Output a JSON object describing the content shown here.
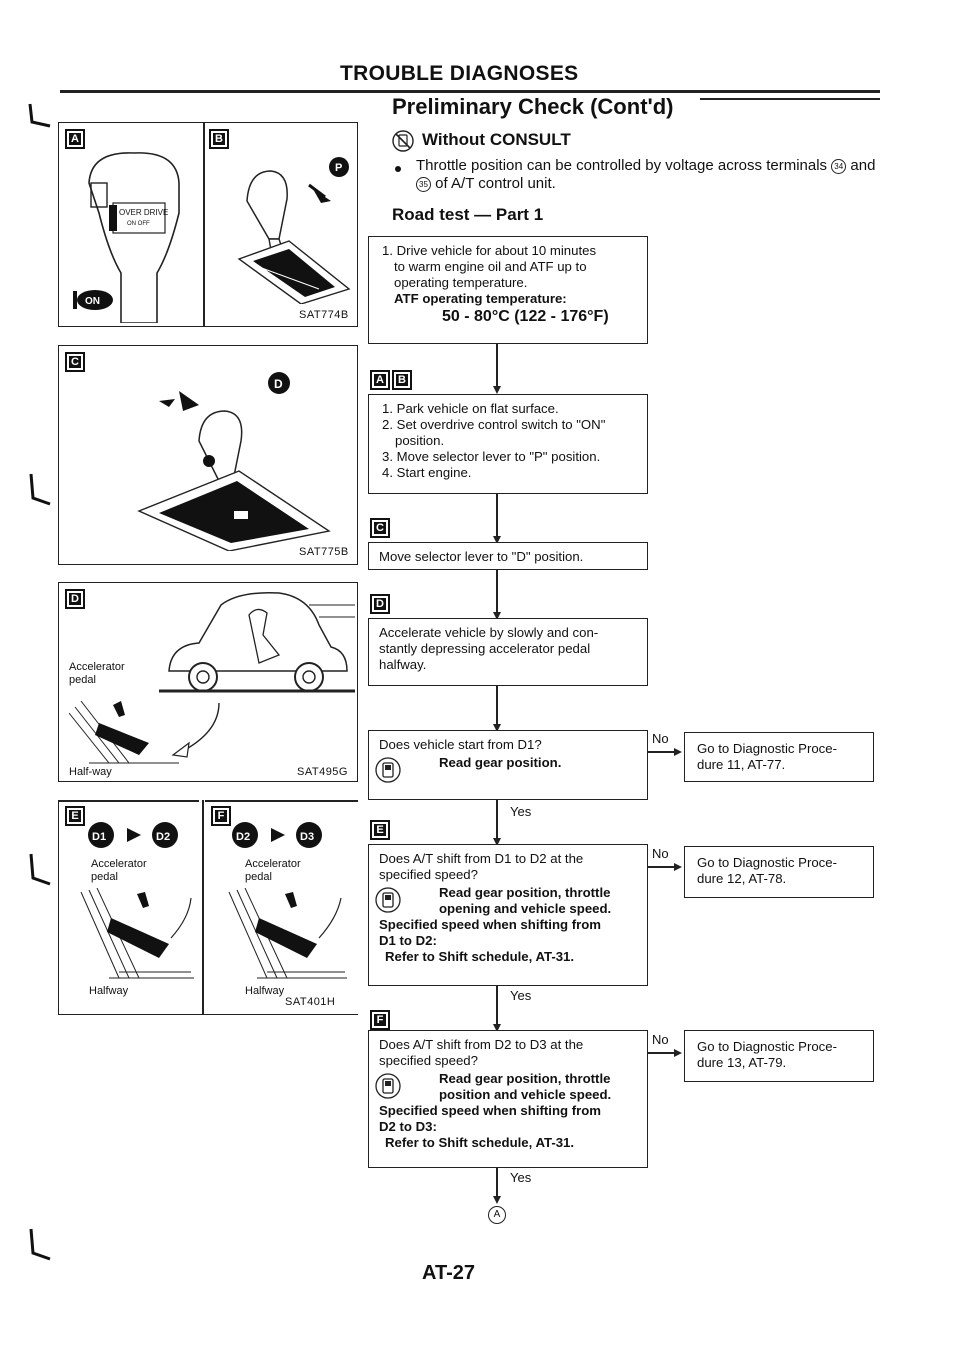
{
  "header": {
    "title": "TROUBLE DIAGNOSES",
    "subtitle": "Preliminary Check (Cont'd)"
  },
  "intro": {
    "heading": "Without CONSULT",
    "bullet": "Throttle position can be controlled by voltage across terminals",
    "term1": "34",
    "term_and": "and",
    "term2": "35",
    "bullet_tail": "of A/T control unit.",
    "road_test": "Road test — Part 1"
  },
  "figures": {
    "tags": [
      "A",
      "B",
      "C",
      "D",
      "E",
      "F"
    ],
    "a_od_line1": "OVER DRIVE",
    "a_od_line2": "ON OFF",
    "a_on": "ON",
    "b_p": "P",
    "c_d": "D",
    "fig1_code": "SAT774B",
    "fig2_code": "SAT775B",
    "fig3_code": "SAT495G",
    "fig4_code": "SAT401H",
    "accelerator_pedal": "Accelerator pedal",
    "half_way": "Half-way",
    "halfway": "Halfway",
    "e_from": "D1",
    "e_to": "D2",
    "f_from": "D2",
    "f_to": "D3"
  },
  "flow": {
    "step1": {
      "l1": "1. Drive vehicle for about 10 minutes",
      "l2": "to warm engine oil and ATF up to",
      "l3": "operating temperature.",
      "l4": "ATF operating temperature:",
      "l5": "50 - 80°C (122 - 176°F)"
    },
    "step2": {
      "l1": "1. Park vehicle on flat surface.",
      "l2": "2. Set overdrive control switch to \"ON\"",
      "l3": "position.",
      "l4": "3. Move selector lever to \"P\" position.",
      "l5": "4. Start engine."
    },
    "step3": {
      "l1": "Move selector lever to \"D\" position."
    },
    "step4": {
      "l1": "Accelerate vehicle by slowly and con-",
      "l2": "stantly depressing accelerator pedal",
      "l3": "halfway."
    },
    "step5": {
      "q": "Does vehicle start from D1?",
      "check": "Read gear position."
    },
    "step6": {
      "q1": "Does A/T shift from D1 to D2 at the",
      "q2": "specified speed?",
      "c1": "Read gear position, throttle",
      "c2": "opening and vehicle speed.",
      "s1": "Specified speed when shifting from",
      "s2": "D1 to D2:",
      "s3": "Refer to Shift schedule, AT-31."
    },
    "step7": {
      "q1": "Does A/T shift from D2 to D3 at the",
      "q2": "specified speed?",
      "c1": "Read gear position, throttle",
      "c2": "position and vehicle speed.",
      "s1": "Specified speed when shifting from",
      "s2": "D2 to D3:",
      "s3": "Refer to Shift schedule, AT-31."
    },
    "no": "No",
    "yes": "Yes",
    "go1": {
      "l1": "Go to Diagnostic Proce-",
      "l2": "dure 11, AT-77."
    },
    "go2": {
      "l1": "Go to Diagnostic Proce-",
      "l2": "dure 12, AT-78."
    },
    "go3": {
      "l1": "Go to Diagnostic Proce-",
      "l2": "dure 13, AT-79."
    },
    "connector": "A"
  },
  "footer": {
    "page": "AT-27"
  }
}
